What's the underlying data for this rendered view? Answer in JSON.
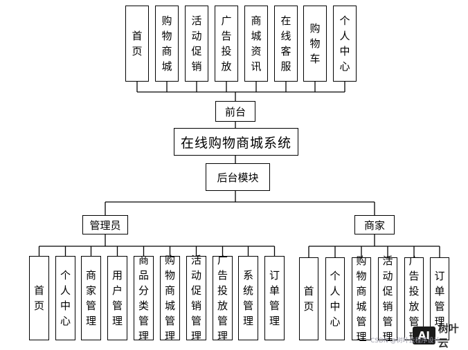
{
  "diagram": {
    "root": "在线购物商城系统",
    "frontend": {
      "label": "前台",
      "modules": [
        "首页",
        "购物商城",
        "活动促销",
        "广告投放",
        "商城资讯",
        "在线客服",
        "购物车",
        "个人中心"
      ]
    },
    "backend": {
      "label": "后台模块",
      "admin": {
        "label": "管理员",
        "modules": [
          "首页",
          "个人中心",
          "商家管理",
          "用户管理",
          "商品分类管理",
          "购物商城管理",
          "活动促销管理",
          "广告投放管理",
          "系统管理",
          "订单管理"
        ]
      },
      "merchant": {
        "label": "商家",
        "modules": [
          "首页",
          "个人中心",
          "购物商城管理",
          "活动促销管理",
          "广告投放管理",
          "订单管理"
        ]
      }
    }
  },
  "watermark": {
    "logo_text": "AI",
    "brand": "树叶云",
    "caption": "CSDN @树叶云程序设计"
  }
}
